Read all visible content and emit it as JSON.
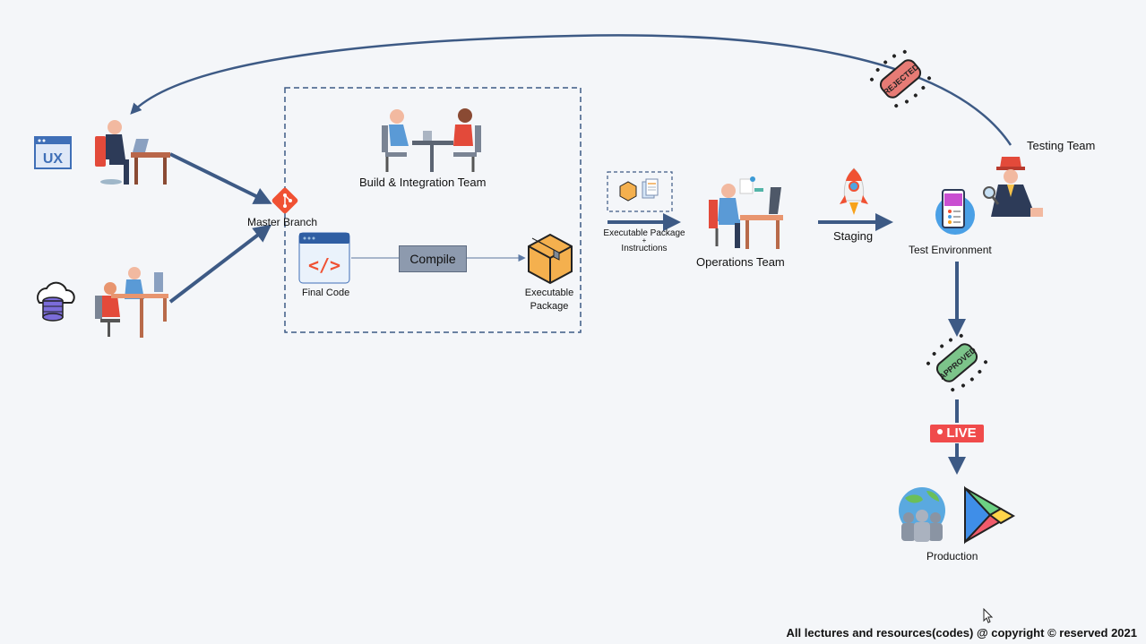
{
  "labels": {
    "master_branch": "Master Branch",
    "build_team": "Build & Integration Team",
    "final_code": "Final Code",
    "compile": "Compile",
    "executable_package_line1": "Executable",
    "executable_package_line2": "Package",
    "transfer_line1": "Executable Package",
    "transfer_line2": "+",
    "transfer_line3": "Instructions",
    "operations_team": "Operations Team",
    "staging": "Staging",
    "test_environment": "Test Environment",
    "testing_team": "Testing Team",
    "rejected": "REJECTED",
    "approved": "APPROVED",
    "live": "LIVE",
    "production": "Production",
    "ux": "UX"
  },
  "footer": "All lectures and resources(codes) @ copyright © reserved 2021",
  "colors": {
    "arrow": "#3d5a85",
    "background": "#f4f6f9",
    "rejected": "#e77b75",
    "approved": "#7cc48a",
    "live": "#f04b4b",
    "compile_box": "#8d9aae",
    "git_icon": "#f05133"
  },
  "icons": [
    "ux-window-icon",
    "cloud-database-icon",
    "designer-person-icon",
    "developers-pair-icon",
    "git-icon",
    "team-meeting-icon",
    "code-editor-icon",
    "package-box-icon",
    "package-docs-icon",
    "operations-person-icon",
    "rocket-icon",
    "mobile-test-icon",
    "detective-icon",
    "globe-people-icon",
    "play-store-icon",
    "cursor-icon"
  ]
}
